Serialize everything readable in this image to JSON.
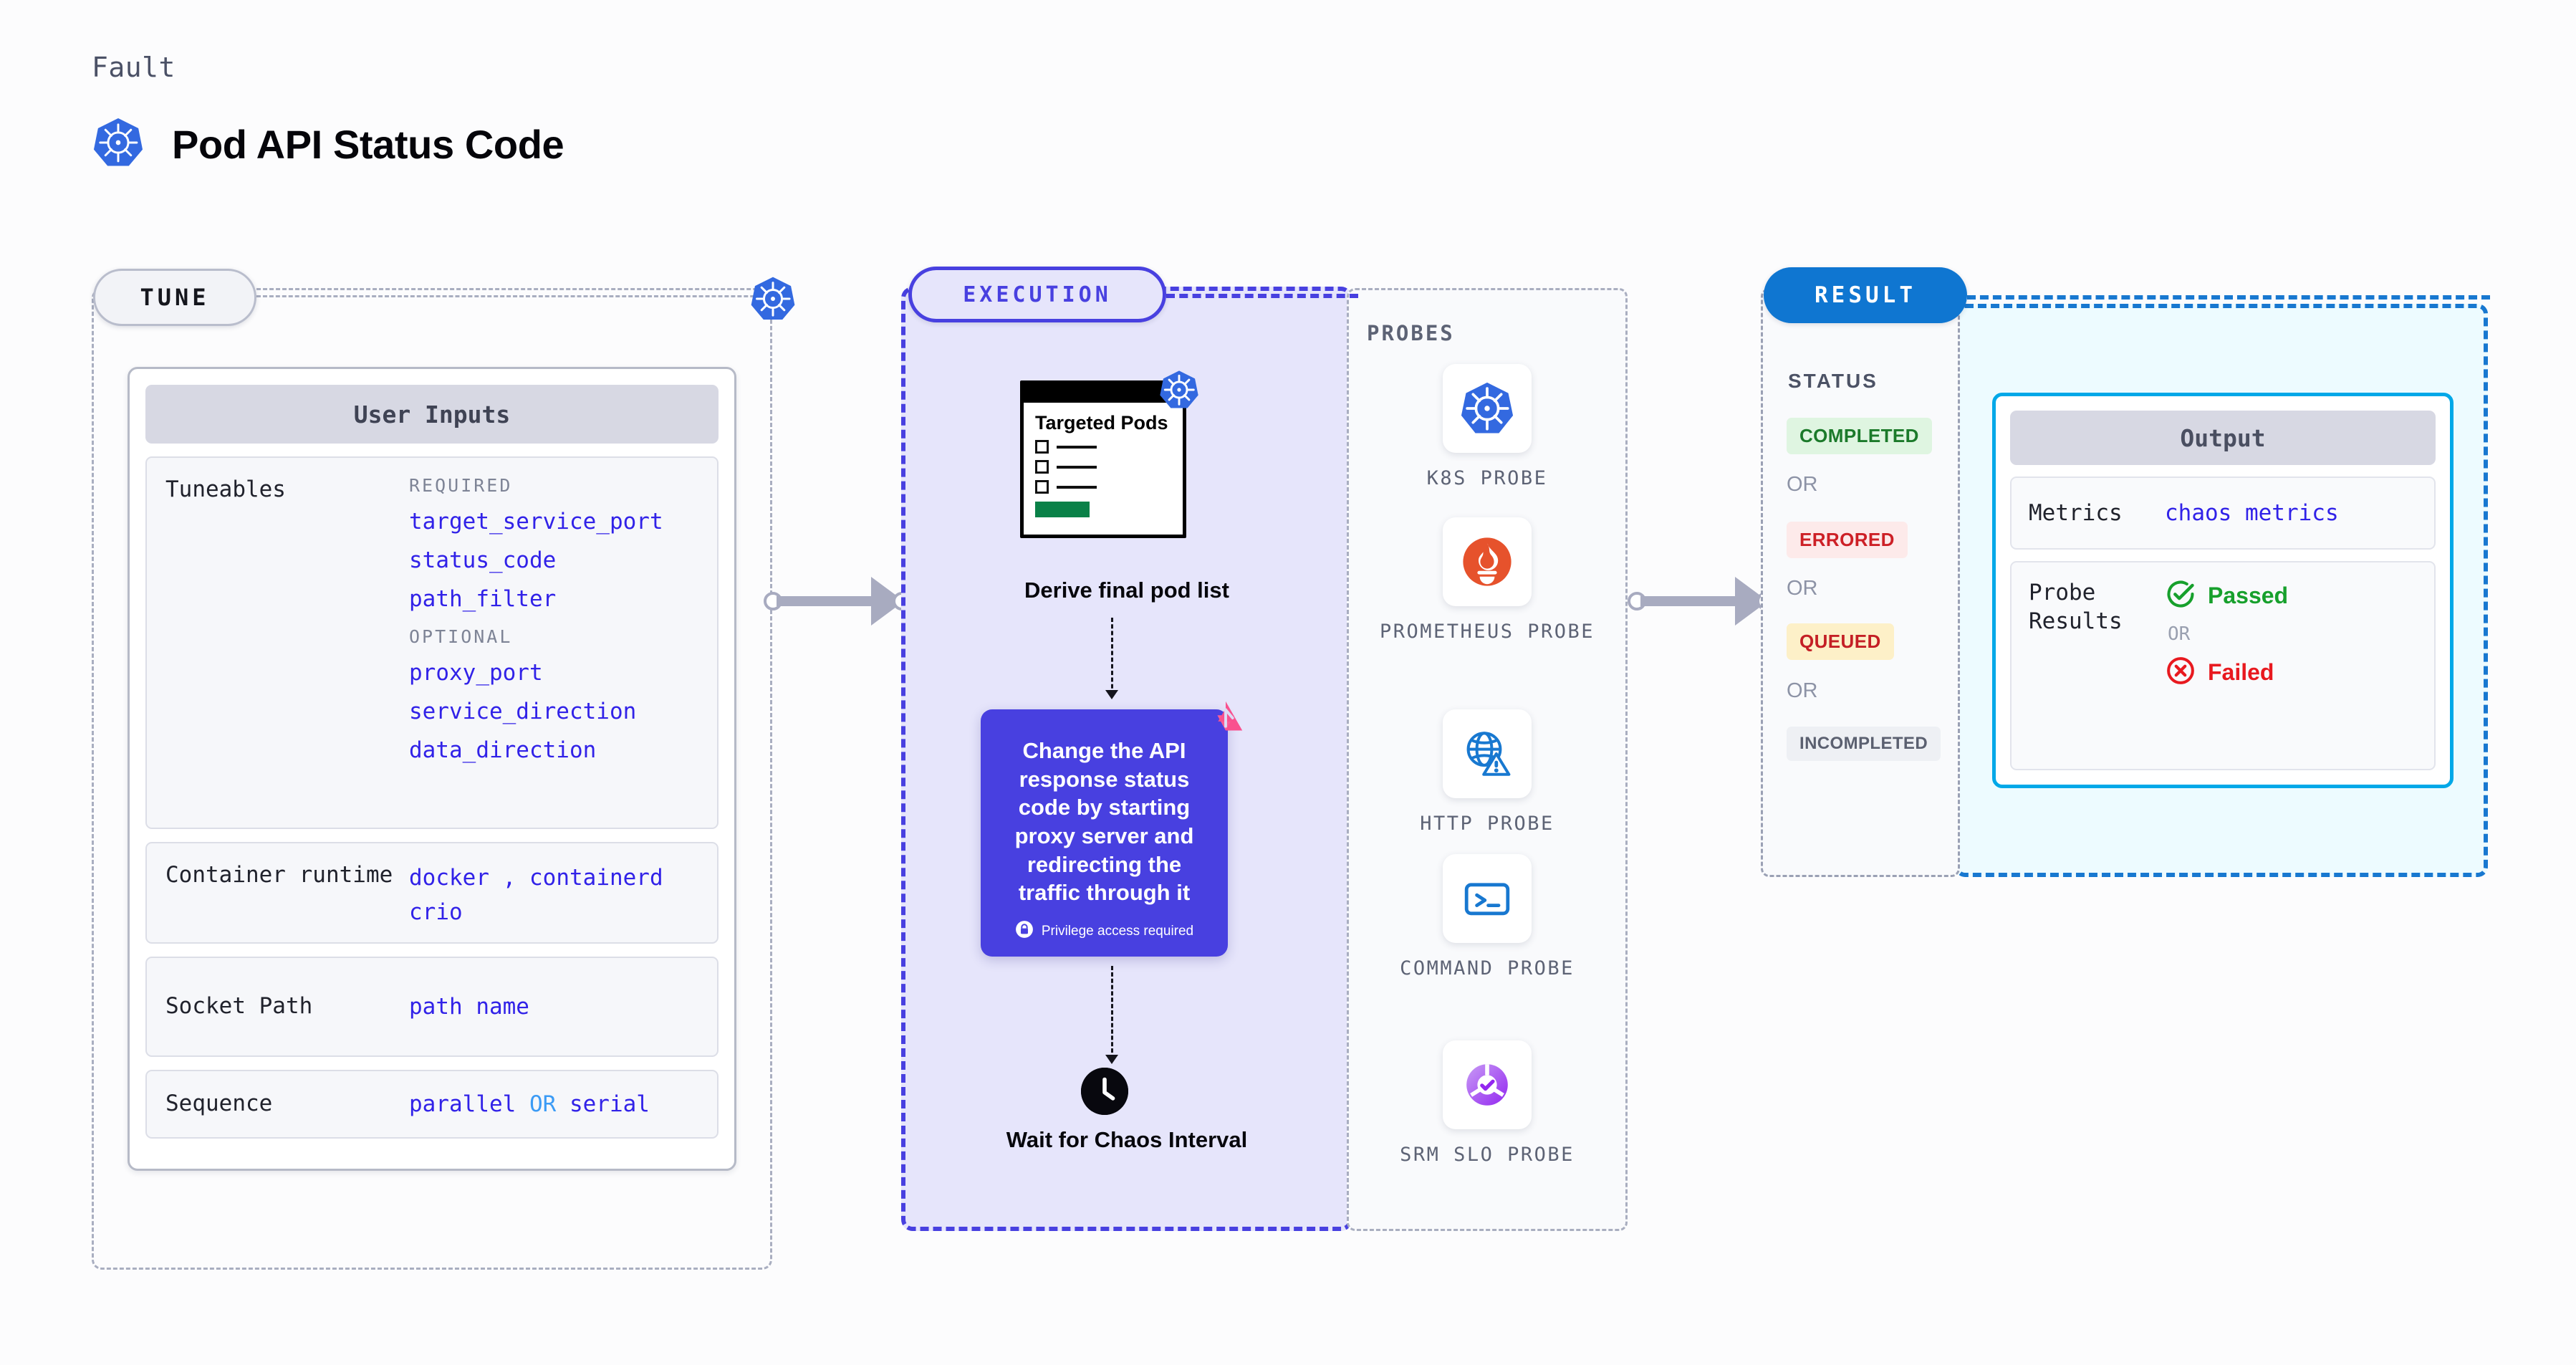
{
  "header": {
    "eyebrow": "Fault",
    "title": "Pod API Status Code",
    "icon": "kubernetes-icon"
  },
  "tune": {
    "pill_label": "TUNE",
    "badge_icon": "kubernetes-icon",
    "card_title": "User Inputs",
    "tuneables": {
      "label": "Tuneables",
      "required_heading": "REQUIRED",
      "required": [
        "target_service_port",
        "status_code",
        "path_filter"
      ],
      "optional_heading": "OPTIONAL",
      "optional": [
        "proxy_port",
        "service_direction",
        "data_direction"
      ]
    },
    "rows": [
      {
        "label": "Container runtime",
        "values": [
          "docker",
          "containerd",
          "crio"
        ],
        "separator": ","
      },
      {
        "label": "Socket Path",
        "values": [
          "path name"
        ]
      },
      {
        "label": "Sequence",
        "values": [
          "parallel",
          "serial"
        ],
        "joiner": "OR"
      }
    ]
  },
  "execution": {
    "pill_label": "EXECUTION",
    "targeted_pods": {
      "title": "Targeted Pods",
      "icon": "kubernetes-icon",
      "checkbox_rows": 3
    },
    "step1_label": "Derive final pod list",
    "action": {
      "text": "Change the API response status code by starting proxy server and redirecting the traffic through it",
      "privilege_note": "Privilege access required",
      "privilege_icon": "lock-icon",
      "brand_icon": "litmus-logo-icon",
      "accent": "#4840e0"
    },
    "wait_step": {
      "icon": "clock-icon",
      "label": "Wait for Chaos Interval"
    },
    "probes": {
      "heading": "PROBES",
      "items": [
        {
          "name": "K8S PROBE",
          "icon": "kubernetes-icon"
        },
        {
          "name": "PROMETHEUS PROBE",
          "icon": "prometheus-icon"
        },
        {
          "name": "HTTP PROBE",
          "icon": "globe-warning-icon"
        },
        {
          "name": "COMMAND PROBE",
          "icon": "terminal-icon"
        },
        {
          "name": "SRM SLO PROBE",
          "icon": "srm-slo-icon"
        }
      ]
    }
  },
  "result": {
    "pill_label": "RESULT",
    "status_heading": "STATUS",
    "or_label": "OR",
    "statuses": [
      {
        "label": "COMPLETED",
        "text_color": "#1b7a2a",
        "bg_color": "#dff5e1"
      },
      {
        "label": "ERRORED",
        "text_color": "#cd2026",
        "bg_color": "#fdeaea"
      },
      {
        "label": "QUEUED",
        "text_color": "#c41f25",
        "bg_color": "#fdf0c8"
      },
      {
        "label": "INCOMPLETED",
        "text_color": "#5b6070",
        "bg_color": "#eef0f4"
      }
    ],
    "output": {
      "title": "Output",
      "metrics_label": "Metrics",
      "metrics_value": "chaos metrics",
      "probe_results_label": "Probe Results",
      "passed_label": "Passed",
      "failed_label": "Failed",
      "or_label": "OR",
      "passed_color": "#17a02c",
      "failed_color": "#e8191f",
      "passed_icon": "check-circle-icon",
      "failed_icon": "x-circle-icon"
    }
  }
}
